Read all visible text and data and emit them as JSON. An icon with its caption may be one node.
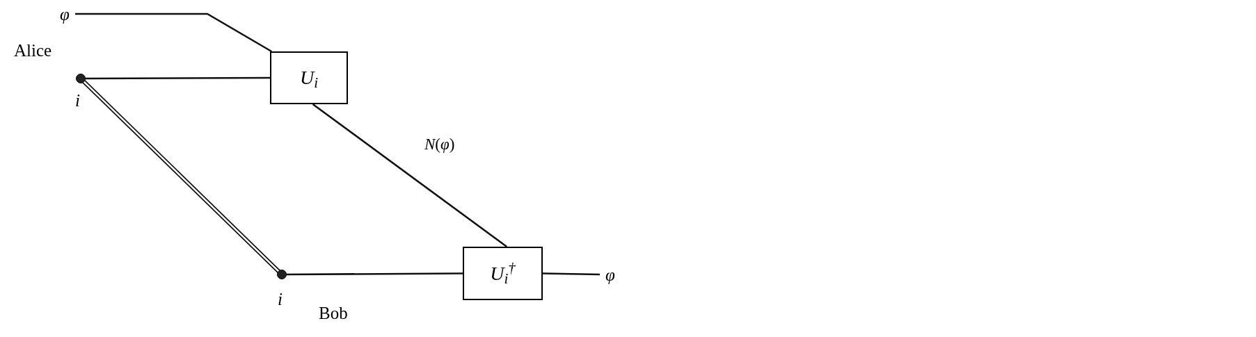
{
  "diagram": {
    "nodes": [
      {
        "text": [
          "φ"
        ]
      },
      {
        "text": [],
        "shape": "circle",
        "beside": [
          "i"
        ]
      },
      {
        "text": [
          "U$_{i}$"
        ]
      },
      {
        "text": [],
        "shape": "circle",
        "beside": [
          "i",
          "Bob"
        ]
      },
      {
        "text": [
          "U$_{i}$$^{†}$"
        ]
      },
      {
        "text": [
          "φ"
        ]
      }
    ],
    "edges": [
      {
        "from": 0,
        "to": 2,
        "arrow": "none"
      },
      {
        "from": 1,
        "to": 2,
        "arrow": "none"
      },
      {
        "from": 1,
        "to": 3,
        "arrow": "none",
        "style": "thick"
      },
      {
        "from": 2,
        "to": 4,
        "arrow": "none",
        "label": "*N*(*φ*)"
      },
      {
        "from": 3,
        "to": 4,
        "arrow": "none"
      },
      {
        "from": 4,
        "to": 5,
        "arrow": "none"
      }
    ],
    "labels": [
      "Alice"
    ]
  }
}
